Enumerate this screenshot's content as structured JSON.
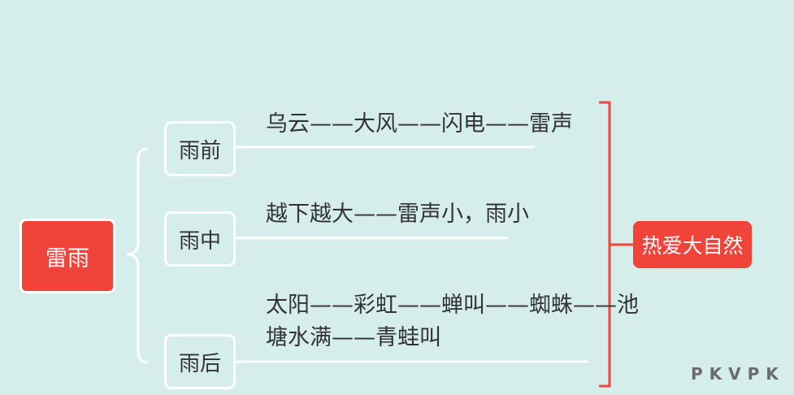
{
  "root": {
    "label": "雷雨"
  },
  "branches": [
    {
      "label": "雨前",
      "lines": [
        "乌云——大风——闪电——雷声"
      ]
    },
    {
      "label": "雨中",
      "lines": [
        "越下越大——雷声小，雨小"
      ]
    },
    {
      "label": "雨后",
      "lines": [
        "太阳——彩虹——蝉叫——蜘蛛——池",
        "塘水满——青蛙叫"
      ]
    }
  ],
  "summary": {
    "label": "热爱大自然"
  },
  "watermark": "PKVPK",
  "colors": {
    "background": "#d6eeeb",
    "accent": "#f0433a",
    "node_border": "#ffffff",
    "text": "#333333"
  }
}
